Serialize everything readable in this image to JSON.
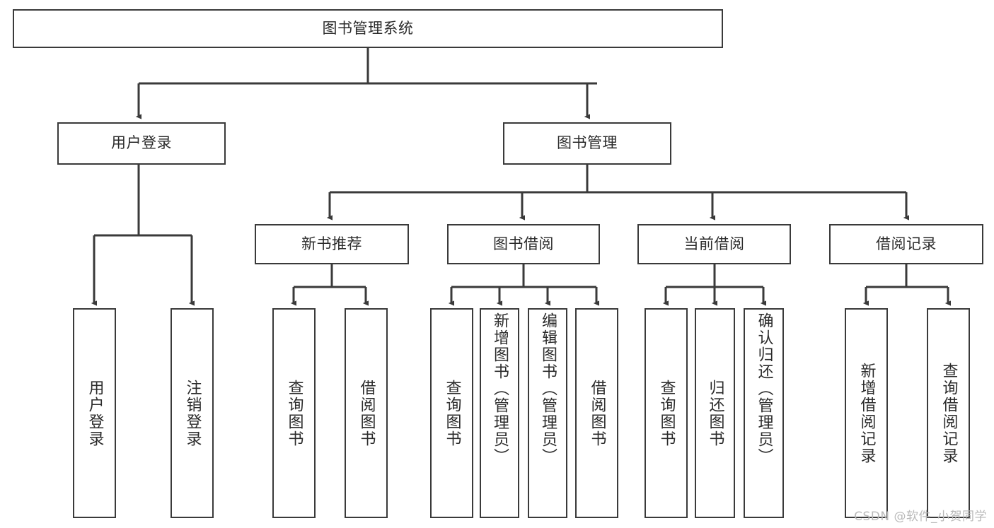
{
  "diagram": {
    "title": "图书管理系统",
    "type": "tree-hierarchy-chart",
    "watermark": "CSDN @软件_小贺同学",
    "edge_color": "#3a3a3a",
    "node_border_color": "#3a3a3a",
    "node_fill_color": "#ffffff",
    "text_color": "#2b2b2b"
  },
  "nodes": {
    "root": {
      "label": "图书管理系统"
    },
    "level2": [
      {
        "id": "user-login",
        "label": "用户登录"
      },
      {
        "id": "book-management",
        "label": "图书管理"
      }
    ],
    "level3": [
      {
        "id": "new-book-recommend",
        "label": "新书推荐"
      },
      {
        "id": "book-borrow",
        "label": "图书借阅"
      },
      {
        "id": "current-borrow",
        "label": "当前借阅"
      },
      {
        "id": "borrow-record",
        "label": "借阅记录"
      }
    ],
    "leaves": {
      "user-login": [
        {
          "id": "leaf-user-login",
          "label": "用户登录"
        },
        {
          "id": "leaf-logout-login",
          "label": "注销登录"
        }
      ],
      "new-book-recommend": [
        {
          "id": "leaf-query-book-1",
          "label": "查询图书"
        },
        {
          "id": "leaf-borrow-book-1",
          "label": "借阅图书"
        }
      ],
      "book-borrow": [
        {
          "id": "leaf-query-book-2",
          "label": "查询图书"
        },
        {
          "id": "leaf-add-book",
          "label": "新增图书（管理员）"
        },
        {
          "id": "leaf-edit-book",
          "label": "编辑图书（管理员）"
        },
        {
          "id": "leaf-borrow-book-2",
          "label": "借阅图书"
        }
      ],
      "current-borrow": [
        {
          "id": "leaf-query-book-3",
          "label": "查询图书"
        },
        {
          "id": "leaf-return-book",
          "label": "归还图书"
        },
        {
          "id": "leaf-confirm-return",
          "label": "确认归还（管理员）"
        }
      ],
      "borrow-record": [
        {
          "id": "leaf-add-record",
          "label": "新增借阅记录"
        },
        {
          "id": "leaf-query-record",
          "label": "查询借阅记录"
        }
      ]
    }
  }
}
